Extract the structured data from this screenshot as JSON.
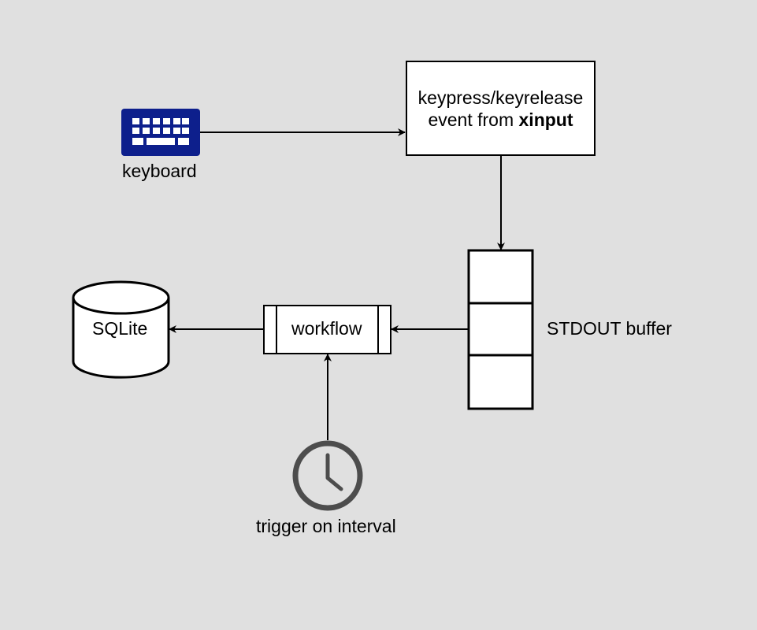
{
  "diagram": {
    "nodes": {
      "keyboard": {
        "label": "keyboard",
        "icon": "keyboard-icon",
        "icon_color": "#0d1f8c"
      },
      "event_source": {
        "line1": "keypress/keyrelease",
        "line2_prefix": "event from ",
        "line2_bold": "xinput"
      },
      "stdout_buffer": {
        "label": "STDOUT buffer",
        "cells": 3
      },
      "workflow": {
        "label": "workflow"
      },
      "database": {
        "label": "SQLite"
      },
      "timer": {
        "label": "trigger on interval",
        "icon": "clock-icon",
        "icon_color": "#4d4d4d"
      }
    },
    "edges": [
      {
        "from": "keyboard",
        "to": "event_source"
      },
      {
        "from": "event_source",
        "to": "stdout_buffer"
      },
      {
        "from": "stdout_buffer",
        "to": "workflow"
      },
      {
        "from": "workflow",
        "to": "database"
      },
      {
        "from": "timer",
        "to": "workflow"
      }
    ],
    "colors": {
      "background": "#e0e0e0",
      "shape_fill": "#ffffff",
      "stroke": "#000000"
    }
  }
}
